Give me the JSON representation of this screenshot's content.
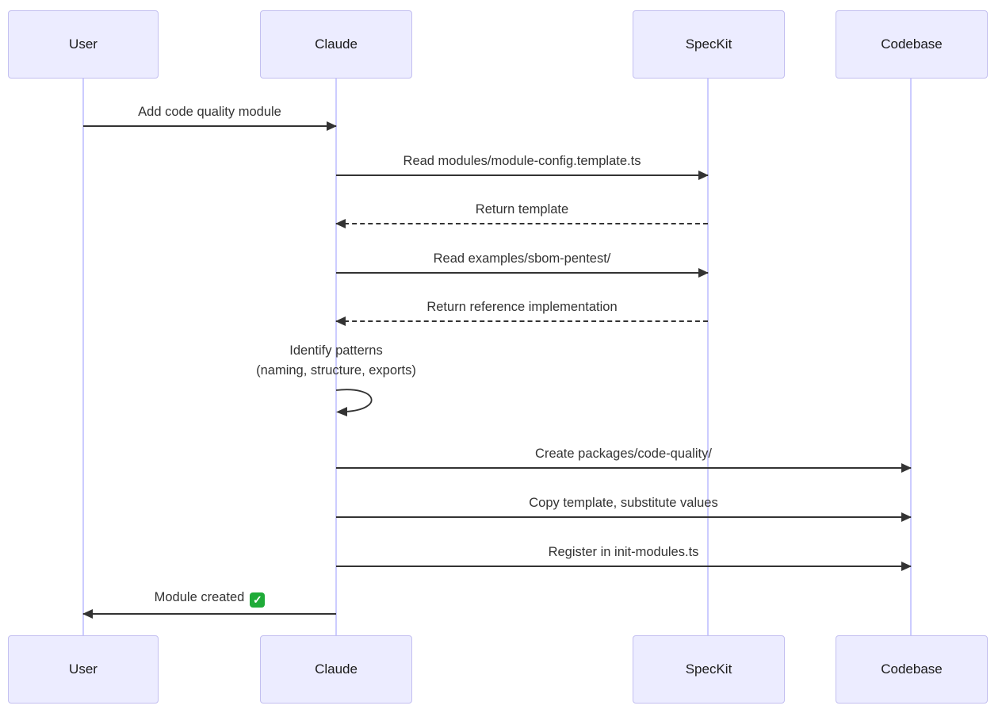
{
  "diagram": {
    "type": "sequence-diagram",
    "actors": [
      {
        "name": "User"
      },
      {
        "name": "Claude"
      },
      {
        "name": "SpecKit"
      },
      {
        "name": "Codebase"
      }
    ],
    "messages": [
      {
        "from": "User",
        "to": "Claude",
        "label": "Add code quality module",
        "style": "solid",
        "direction": "right"
      },
      {
        "from": "Claude",
        "to": "SpecKit",
        "label": "Read modules/module-config.template.ts",
        "style": "solid",
        "direction": "right"
      },
      {
        "from": "SpecKit",
        "to": "Claude",
        "label": "Return template",
        "style": "dashed",
        "direction": "left"
      },
      {
        "from": "Claude",
        "to": "SpecKit",
        "label": "Read examples/sbom-pentest/",
        "style": "solid",
        "direction": "right"
      },
      {
        "from": "SpecKit",
        "to": "Claude",
        "label": "Return reference implementation",
        "style": "dashed",
        "direction": "left"
      },
      {
        "from": "Claude",
        "to": "Claude",
        "label": "Identify patterns",
        "label2": "(naming, structure, exports)",
        "style": "self",
        "direction": "self"
      },
      {
        "from": "Claude",
        "to": "Codebase",
        "label": "Create packages/code-quality/",
        "style": "solid",
        "direction": "right"
      },
      {
        "from": "Claude",
        "to": "Codebase",
        "label": "Copy template, substitute values",
        "style": "solid",
        "direction": "right"
      },
      {
        "from": "Claude",
        "to": "Codebase",
        "label": "Register in init-modules.ts",
        "style": "solid",
        "direction": "right"
      },
      {
        "from": "Claude",
        "to": "User",
        "label": "Module created",
        "icon": "✓",
        "style": "solid",
        "direction": "left"
      }
    ],
    "colors": {
      "actor_fill": "#ECECFF",
      "actor_border": "#c3bff0",
      "lifeline": "#ccccff",
      "line": "#333333",
      "text": "#333333",
      "check_green": "#1fab38"
    }
  }
}
